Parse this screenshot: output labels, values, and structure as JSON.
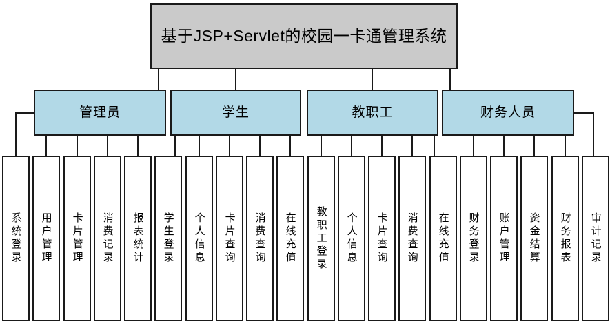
{
  "diagram": {
    "root": {
      "label": "基于JSP+Servlet的校园一卡通管理系统"
    },
    "branches": [
      {
        "label": "管理员",
        "children": [
          "系统登录",
          "用户管理",
          "卡片管理",
          "消费记录",
          "报表统计"
        ]
      },
      {
        "label": "学生",
        "children": [
          "学生登录",
          "个人信息",
          "卡片查询",
          "消费查询",
          "在线充值"
        ]
      },
      {
        "label": "教职工",
        "children": [
          "教职工登录",
          "个人信息",
          "卡片查询",
          "消费查询",
          "在线充值"
        ]
      },
      {
        "label": "财务人员",
        "children": [
          "财务登录",
          "账户管理",
          "资金结算",
          "财务报表",
          "审计记录"
        ]
      }
    ],
    "colors": {
      "root_fill": "#cacaca",
      "branch_fill": "#b2d9e7",
      "leaf_fill": "#ffffff",
      "line": "#1a1a1a"
    }
  }
}
